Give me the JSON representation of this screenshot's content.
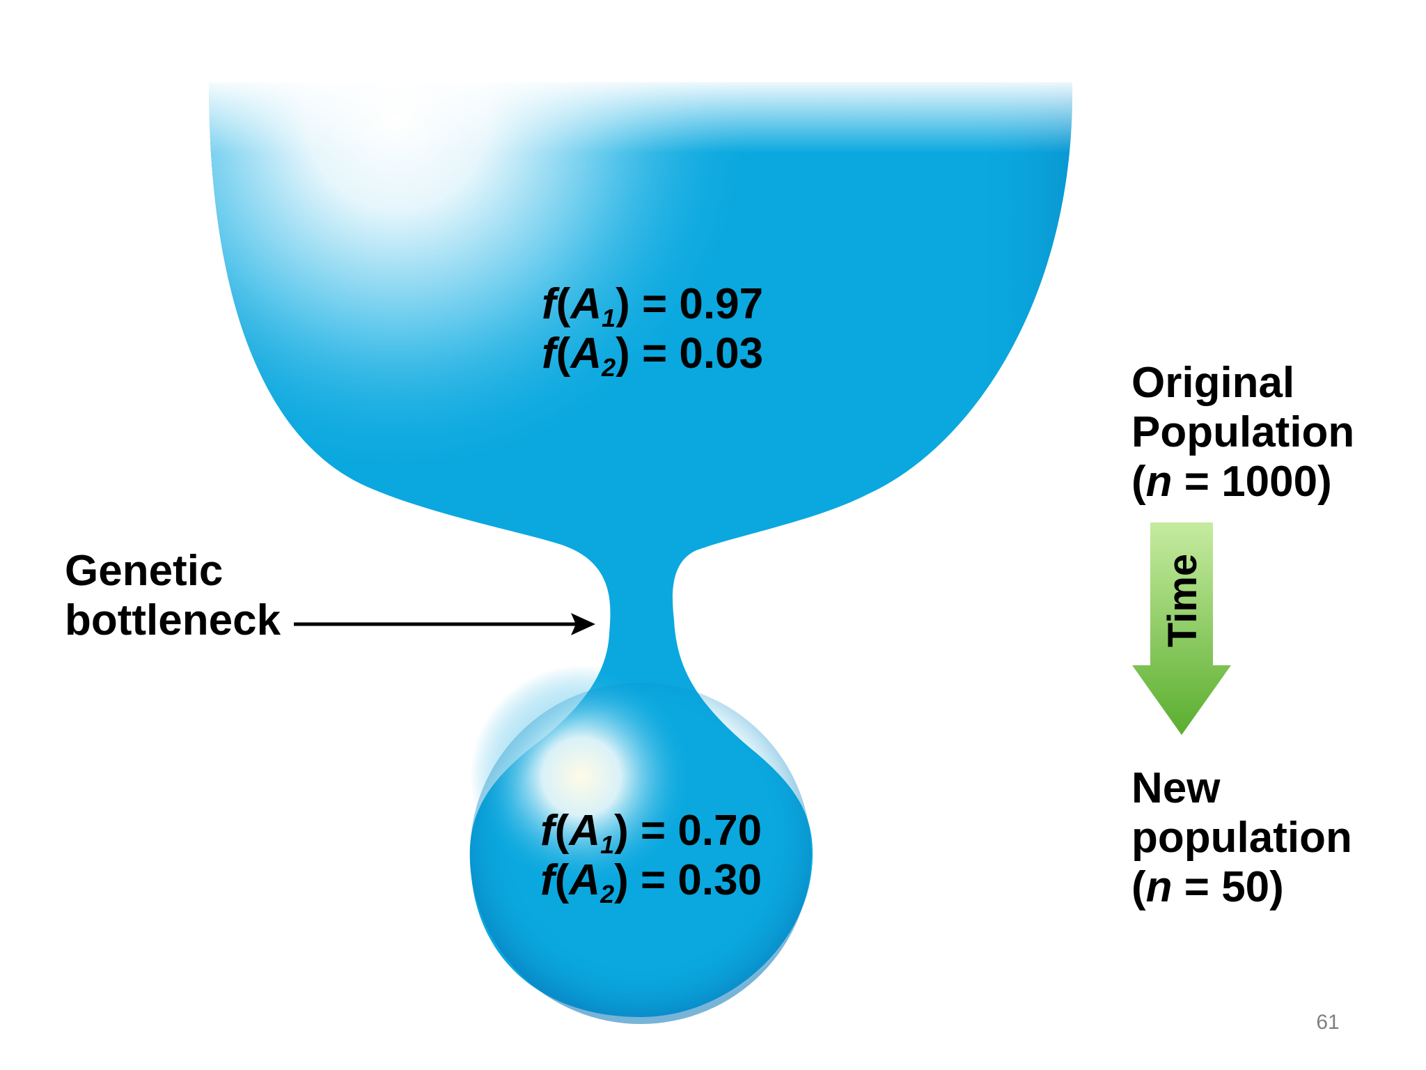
{
  "diagram": {
    "original": {
      "freq_a1": {
        "f": "f",
        "allele": "A",
        "sub": "1",
        "value": ") = 0.97"
      },
      "freq_a2": {
        "f": "f",
        "allele": "A",
        "sub": "2",
        "value": ") = 0.03"
      },
      "label_line1": "Original",
      "label_line2": "Population",
      "label_n_open": "(",
      "label_n_var": "n",
      "label_n_rest": " = 1000)"
    },
    "bottleneck": {
      "label_line1": "Genetic",
      "label_line2": "bottleneck"
    },
    "time_label": "Time",
    "new": {
      "freq_a1": {
        "f": "f",
        "allele": "A",
        "sub": "1",
        "value": ") = 0.70"
      },
      "freq_a2": {
        "f": "f",
        "allele": "A",
        "sub": "2",
        "value": ") = 0.30"
      },
      "label_line1": "New",
      "label_line2": "population",
      "label_n_open": "(",
      "label_n_var": "n",
      "label_n_rest": " = 50)"
    }
  },
  "colors": {
    "population_blue": "#0aa8df",
    "highlight": "#ffffff",
    "arrow_green_top": "#c6eba0",
    "arrow_green_bottom": "#5aae2e"
  },
  "page_number": "61"
}
